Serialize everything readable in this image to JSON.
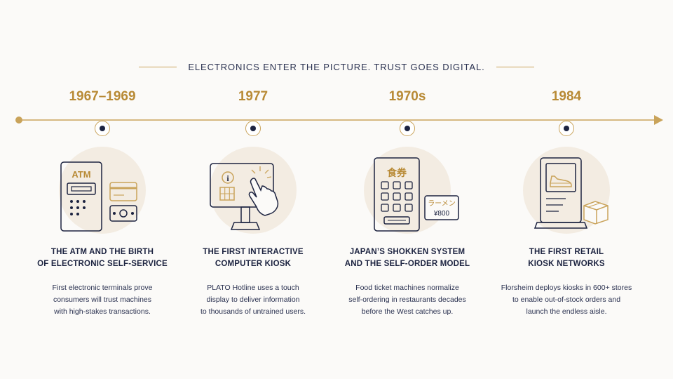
{
  "header": {
    "title": "ELECTRONICS ENTER THE PICTURE. TRUST GOES DIGITAL."
  },
  "colors": {
    "accent": "#c9a35a",
    "year": "#b88a35",
    "ink": "#1c2340",
    "circle": "#f3ece2"
  },
  "milestones": [
    {
      "year": "1967–1969",
      "icon": "atm-machine-icon",
      "heading": [
        "THE ATM AND THE BIRTH",
        "OF ELECTRONIC SELF-SERVICE"
      ],
      "description": [
        "First electronic terminals prove",
        "consumers will trust machines",
        "with high-stakes transactions."
      ],
      "illustration_text": {
        "atm_label": "ATM"
      }
    },
    {
      "year": "1977",
      "icon": "touch-kiosk-icon",
      "heading": [
        "THE FIRST INTERACTIVE",
        "COMPUTER KIOSK"
      ],
      "description": [
        "PLATO Hotline uses a touch",
        "display to deliver information",
        "to thousands of untrained users."
      ],
      "illustration_text": {
        "info_glyph": "i"
      }
    },
    {
      "year": "1970s",
      "icon": "ticket-machine-icon",
      "heading": [
        "JAPAN’S SHOKKEN SYSTEM",
        "AND THE SELF-ORDER MODEL"
      ],
      "description": [
        "Food ticket machines normalize",
        "self-ordering in restaurants decades",
        "before the West catches up."
      ],
      "illustration_text": {
        "machine_label": "食券",
        "ticket_item": "ラーメン",
        "ticket_price": "¥800"
      }
    },
    {
      "year": "1984",
      "icon": "retail-kiosk-icon",
      "heading": [
        "THE FIRST RETAIL",
        "KIOSK NETWORKS"
      ],
      "description": [
        "Florsheim deploys kiosks in 600+ stores",
        "to enable out-of-stock orders and",
        "launch the endless aisle."
      ],
      "illustration_text": {}
    }
  ]
}
